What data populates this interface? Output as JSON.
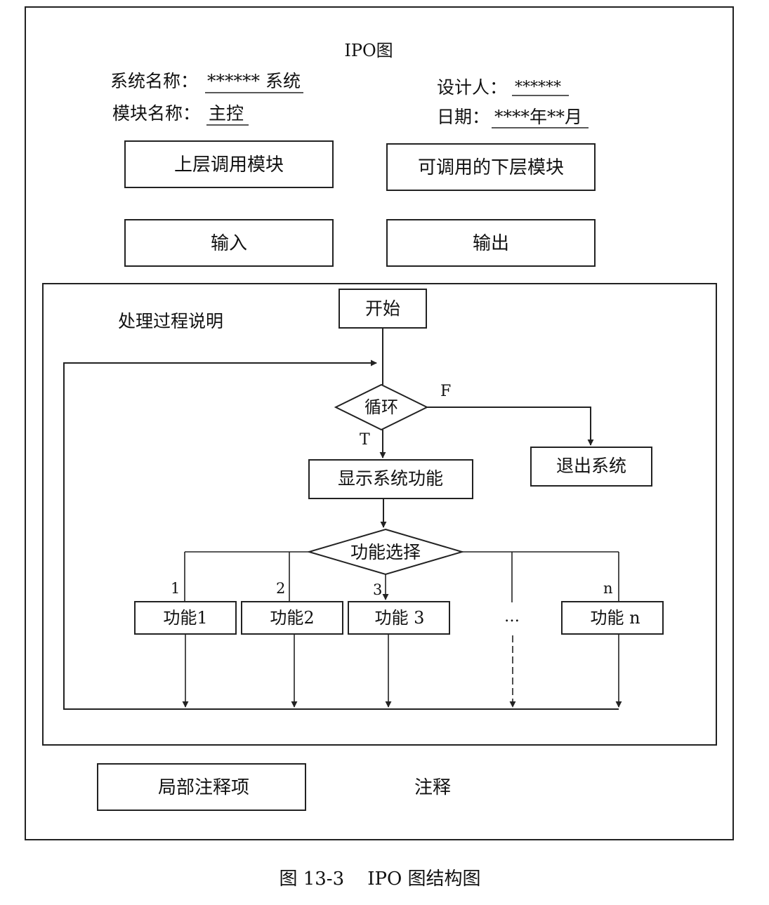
{
  "ipo": {
    "title": "IPO图",
    "system_name_label": "系统名称：",
    "system_name_value": "****** 系统",
    "module_name_label": "模块名称：",
    "module_name_value": "主控",
    "designer_label": "设计人：",
    "designer_value": "******",
    "date_label": "日期：",
    "date_value": "****年**月",
    "upper_module": "上层调用模块",
    "lower_module": "可调用的下层模块",
    "input": "输入",
    "output": "输出",
    "process_label": "处理过程说明",
    "local_note": "局部注释项",
    "note": "注释"
  },
  "flow": {
    "start": "开始",
    "loop": "循环",
    "false_label": "F",
    "true_label": "T",
    "exit": "退出系统",
    "show": "显示系统功能",
    "select": "功能选择",
    "branches": [
      {
        "num": "1",
        "label": "功能1"
      },
      {
        "num": "2",
        "label": "功能2"
      },
      {
        "num": "3",
        "label": "功能 3"
      },
      {
        "num": "",
        "label": "…"
      },
      {
        "num": "n",
        "label": "功能 n"
      }
    ]
  },
  "caption": "图 13-3    IPO 图结构图"
}
